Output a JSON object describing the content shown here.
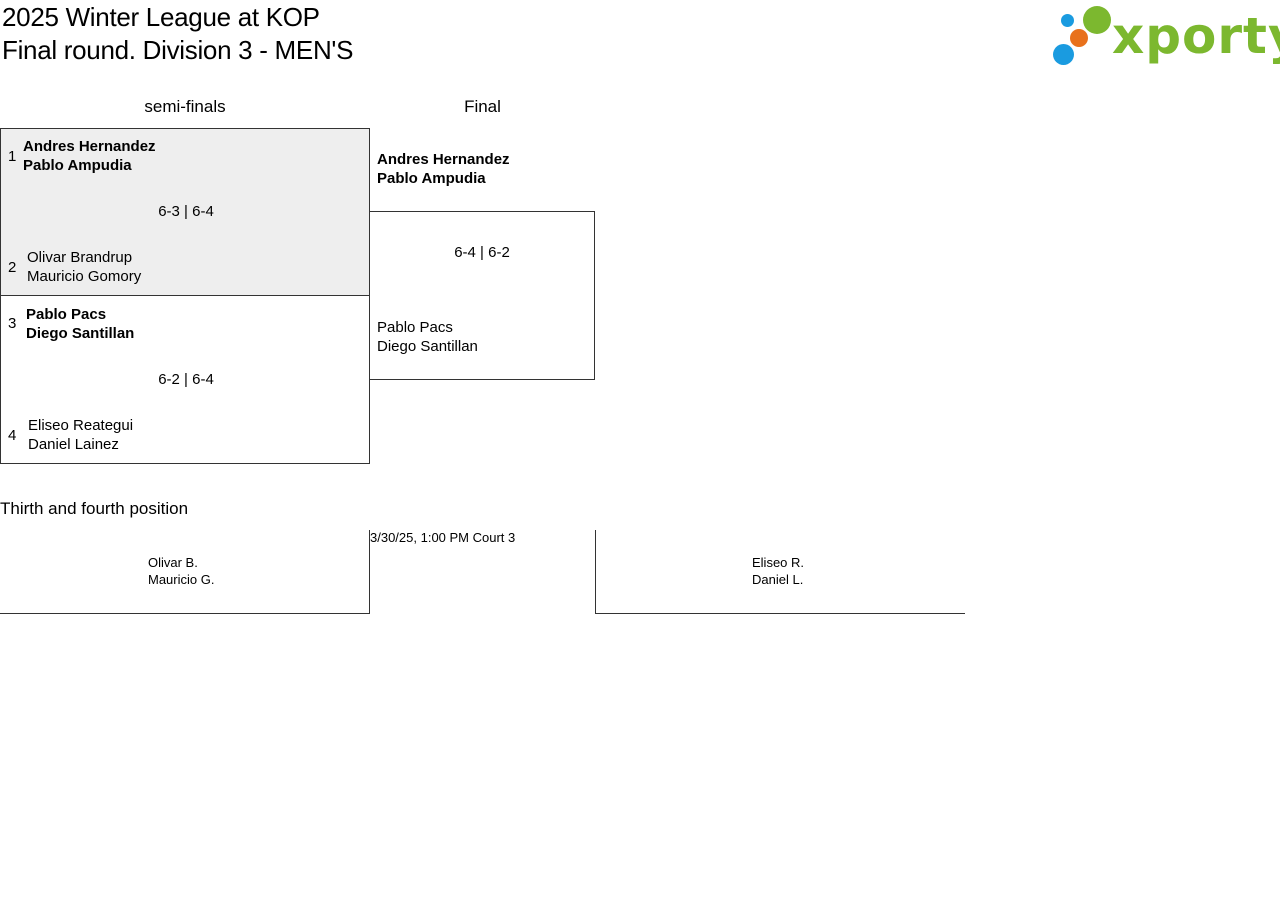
{
  "header": {
    "title_line1": "2025 Winter League at KOP",
    "title_line2": "Final round. Division 3 - MEN'S"
  },
  "logo": {
    "text": "xporty",
    "colors": {
      "green": "#7cb82f",
      "orange": "#e8711c",
      "blue": "#1a9be0"
    }
  },
  "columns": {
    "semifinals": "semi-finals",
    "final": "Final"
  },
  "semifinals": [
    {
      "score": "6-3 | 6-4",
      "top": {
        "seed": "1",
        "player1": "Andres Hernandez",
        "player2": "Pablo Ampudia"
      },
      "bottom": {
        "seed": "2",
        "player1": "Olivar Brandrup",
        "player2": "Mauricio Gomory"
      }
    },
    {
      "score": "6-2 | 6-4",
      "top": {
        "seed": "3",
        "player1": "Pablo Pacs",
        "player2": "Diego Santillan"
      },
      "bottom": {
        "seed": "4",
        "player1": "Eliseo Reategui",
        "player2": "Daniel Lainez"
      }
    }
  ],
  "final": {
    "score": "6-4 | 6-2",
    "top": {
      "player1": "Andres Hernandez",
      "player2": "Pablo Ampudia"
    },
    "bottom": {
      "player1": "Pablo Pacs",
      "player2": "Diego Santillan"
    }
  },
  "third_place": {
    "title": "Thirth and fourth position",
    "match_info": "3/30/25, 1:00 PM Court 3",
    "left": {
      "player1": "Olivar B.",
      "player2": "Mauricio G."
    },
    "right": {
      "player1": "Eliseo R.",
      "player2": "Daniel L."
    }
  }
}
